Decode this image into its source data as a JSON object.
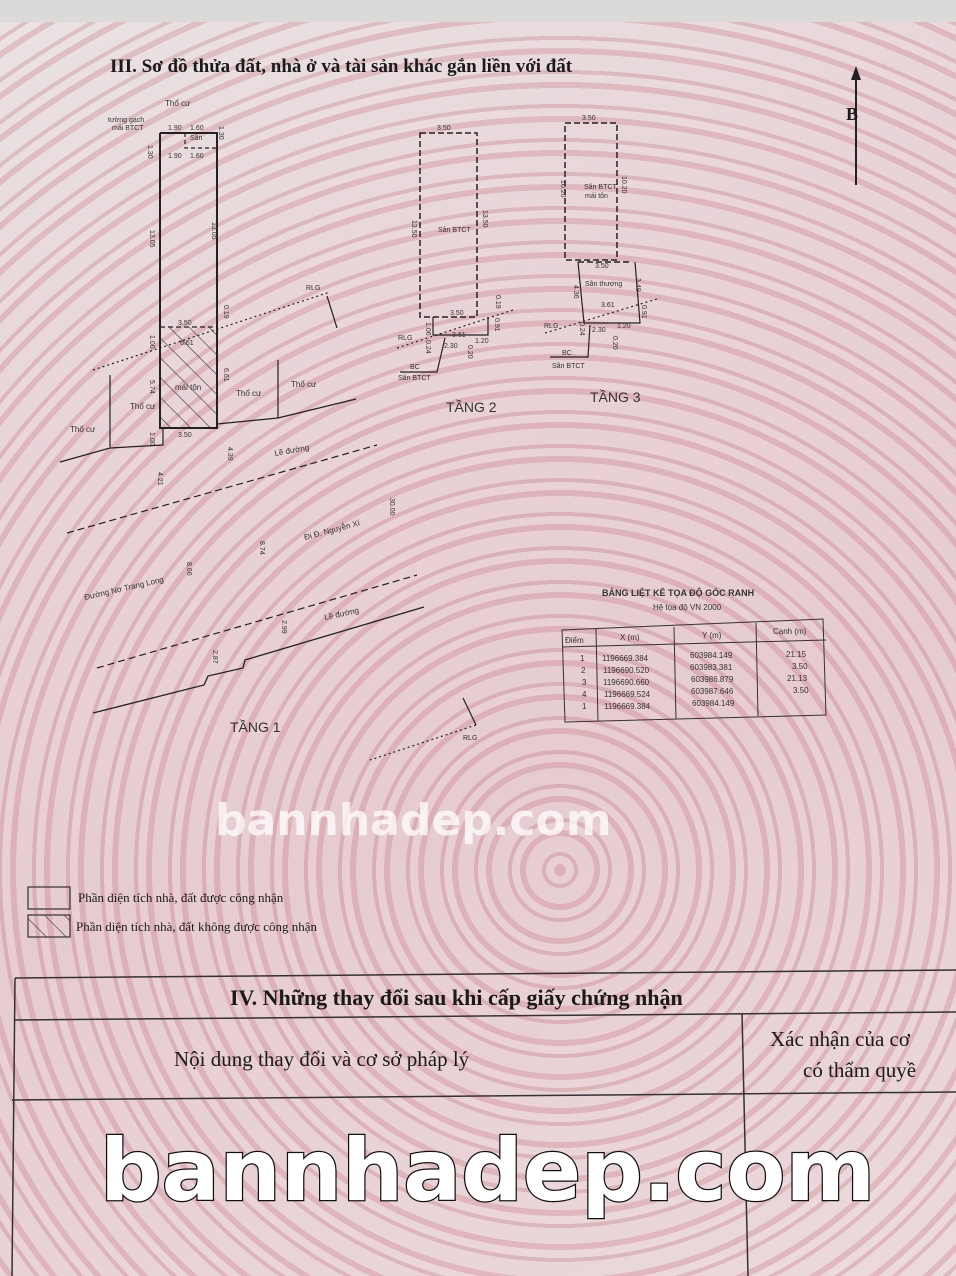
{
  "section3": {
    "title": "III. Sơ đồ thửa đất, nhà ở và tài sản khác gắn liền với đất",
    "north_label": "B"
  },
  "tang1": {
    "label": "TẦNG 1",
    "neighbors": [
      "Thổ cư",
      "Thổ cư",
      "Thổ cư",
      "Thổ cư",
      "Thổ cư"
    ],
    "wall_note_1": "tường gạch",
    "wall_note_2": "mái BTCT",
    "san": "Sân",
    "roof": "mái tôn",
    "dims": [
      "1.90",
      "1.60",
      "1.90",
      "1.60",
      "1.30",
      "1.30",
      "13.05",
      "13.05",
      "3.50",
      "0.19",
      "1.00",
      "6.61",
      "5.74",
      "6.61",
      "3.50",
      "1.00",
      "4.39",
      "4.21",
      "30.00",
      "8.74",
      "8.66",
      "2.99",
      "2.87"
    ],
    "rlg": "RLG",
    "rlg_bottom": "RLG",
    "sidewalk_1": "Lề đường",
    "sidewalk_2": "Lề đường",
    "road_1": "Đi Đ. Nguyễn Xí",
    "road_2": "Đường Nơ Trang Long"
  },
  "tang2": {
    "label": "TẦNG 2",
    "san": "Sân BTCT",
    "bc": "BC",
    "bc_san": "Sân BTCT",
    "rlg": "RLG",
    "dims": [
      "3.50",
      "13.50",
      "13.50",
      "3.50",
      "0.19",
      "0.91",
      "1.06",
      "0.24",
      "3.61",
      "2.30",
      "1.20",
      "0.20"
    ]
  },
  "tang3": {
    "label": "TẦNG 3",
    "san_1": "Sân BTCT",
    "san_2": "mái tôn",
    "terrace": "Sân thượng",
    "bc": "BC",
    "bc_san": "Sân BTCT",
    "rlg": "RLG",
    "dims": [
      "3.50",
      "10.20",
      "10.20",
      "3.50",
      "4.36",
      "3.49",
      "3.61",
      "0.91",
      "0.24",
      "2.30",
      "1.20",
      "0.20"
    ]
  },
  "coord_table": {
    "title": "BẢNG LIỆT KÊ TỌA ĐỘ GÓC RANH",
    "subtitle": "Hệ tọa độ VN 2000",
    "headers": [
      "Điểm",
      "X (m)",
      "Y (m)",
      "Cạnh (m)"
    ],
    "rows": [
      {
        "point": "1",
        "x": "1196669.384",
        "y": "603984.149",
        "edge": "21.15"
      },
      {
        "point": "2",
        "x": "1196690.520",
        "y": "603983.381",
        "edge": "3.50"
      },
      {
        "point": "3",
        "x": "1196690.660",
        "y": "603986.879",
        "edge": "21.13"
      },
      {
        "point": "4",
        "x": "1196669.524",
        "y": "603987.646",
        "edge": "3.50"
      },
      {
        "point": "1",
        "x": "1196669.384",
        "y": "603984.149",
        "edge": ""
      }
    ]
  },
  "legend": [
    {
      "label": "Phần diện tích nhà, đất được công nhận"
    },
    {
      "label": "Phần diện tích nhà, đất không được công nhận"
    }
  ],
  "section4": {
    "title": "IV. Những thay đổi sau khi cấp giấy chứng nhận",
    "col1": "Nội dung thay đổi và cơ sở pháp lý",
    "col2_line1": "Xác nhận của cơ",
    "col2_line2": "có thẩm quyề"
  },
  "watermark": {
    "small": "bannhadep.com",
    "large": "bannhadep.com"
  }
}
